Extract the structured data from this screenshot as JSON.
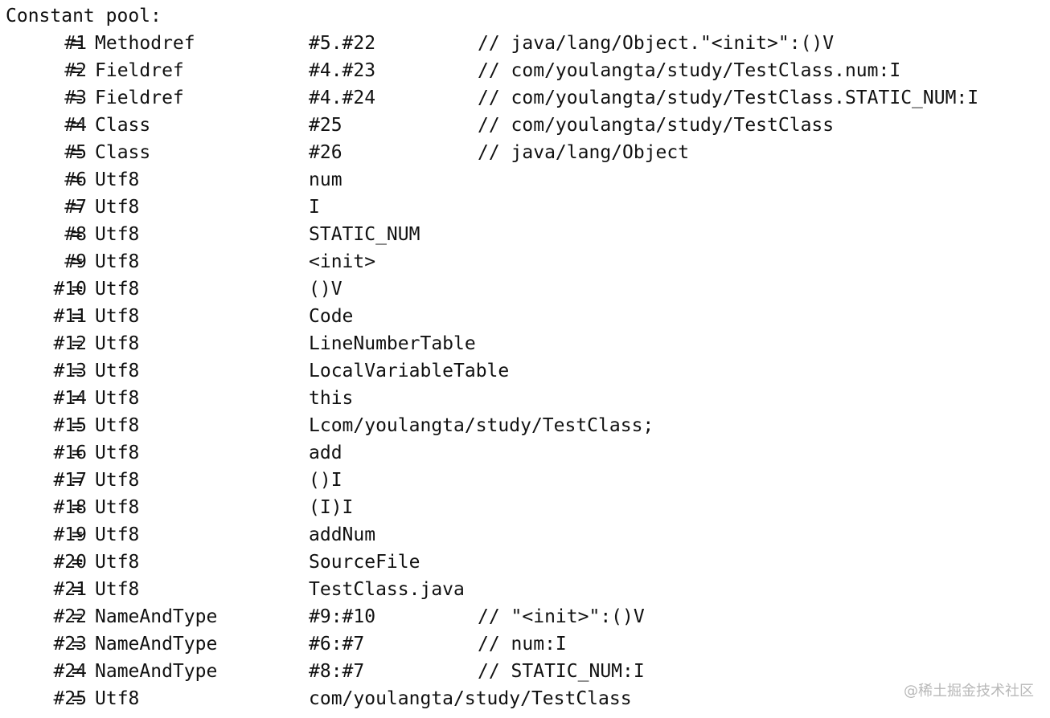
{
  "header": "Constant pool:",
  "entries": [
    {
      "index": "#1",
      "type": "Methodref",
      "value": "#5.#22",
      "comment": "// java/lang/Object.\"<init>\":()V"
    },
    {
      "index": "#2",
      "type": "Fieldref",
      "value": "#4.#23",
      "comment": "// com/youlangta/study/TestClass.num:I"
    },
    {
      "index": "#3",
      "type": "Fieldref",
      "value": "#4.#24",
      "comment": "// com/youlangta/study/TestClass.STATIC_NUM:I"
    },
    {
      "index": "#4",
      "type": "Class",
      "value": "#25",
      "comment": "// com/youlangta/study/TestClass"
    },
    {
      "index": "#5",
      "type": "Class",
      "value": "#26",
      "comment": "// java/lang/Object"
    },
    {
      "index": "#6",
      "type": "Utf8",
      "value": "num",
      "comment": ""
    },
    {
      "index": "#7",
      "type": "Utf8",
      "value": "I",
      "comment": ""
    },
    {
      "index": "#8",
      "type": "Utf8",
      "value": "STATIC_NUM",
      "comment": ""
    },
    {
      "index": "#9",
      "type": "Utf8",
      "value": "<init>",
      "comment": ""
    },
    {
      "index": "#10",
      "type": "Utf8",
      "value": "()V",
      "comment": ""
    },
    {
      "index": "#11",
      "type": "Utf8",
      "value": "Code",
      "comment": ""
    },
    {
      "index": "#12",
      "type": "Utf8",
      "value": "LineNumberTable",
      "comment": ""
    },
    {
      "index": "#13",
      "type": "Utf8",
      "value": "LocalVariableTable",
      "comment": ""
    },
    {
      "index": "#14",
      "type": "Utf8",
      "value": "this",
      "comment": ""
    },
    {
      "index": "#15",
      "type": "Utf8",
      "value": "Lcom/youlangta/study/TestClass;",
      "comment": ""
    },
    {
      "index": "#16",
      "type": "Utf8",
      "value": "add",
      "comment": ""
    },
    {
      "index": "#17",
      "type": "Utf8",
      "value": "()I",
      "comment": ""
    },
    {
      "index": "#18",
      "type": "Utf8",
      "value": "(I)I",
      "comment": ""
    },
    {
      "index": "#19",
      "type": "Utf8",
      "value": "addNum",
      "comment": ""
    },
    {
      "index": "#20",
      "type": "Utf8",
      "value": "SourceFile",
      "comment": ""
    },
    {
      "index": "#21",
      "type": "Utf8",
      "value": "TestClass.java",
      "comment": ""
    },
    {
      "index": "#22",
      "type": "NameAndType",
      "value": "#9:#10",
      "comment": "// \"<init>\":()V"
    },
    {
      "index": "#23",
      "type": "NameAndType",
      "value": "#6:#7",
      "comment": "// num:I"
    },
    {
      "index": "#24",
      "type": "NameAndType",
      "value": "#8:#7",
      "comment": "// STATIC_NUM:I"
    },
    {
      "index": "#25",
      "type": "Utf8",
      "value": "com/youlangta/study/TestClass",
      "comment": ""
    }
  ],
  "watermark": "@稀土掘金技术社区"
}
